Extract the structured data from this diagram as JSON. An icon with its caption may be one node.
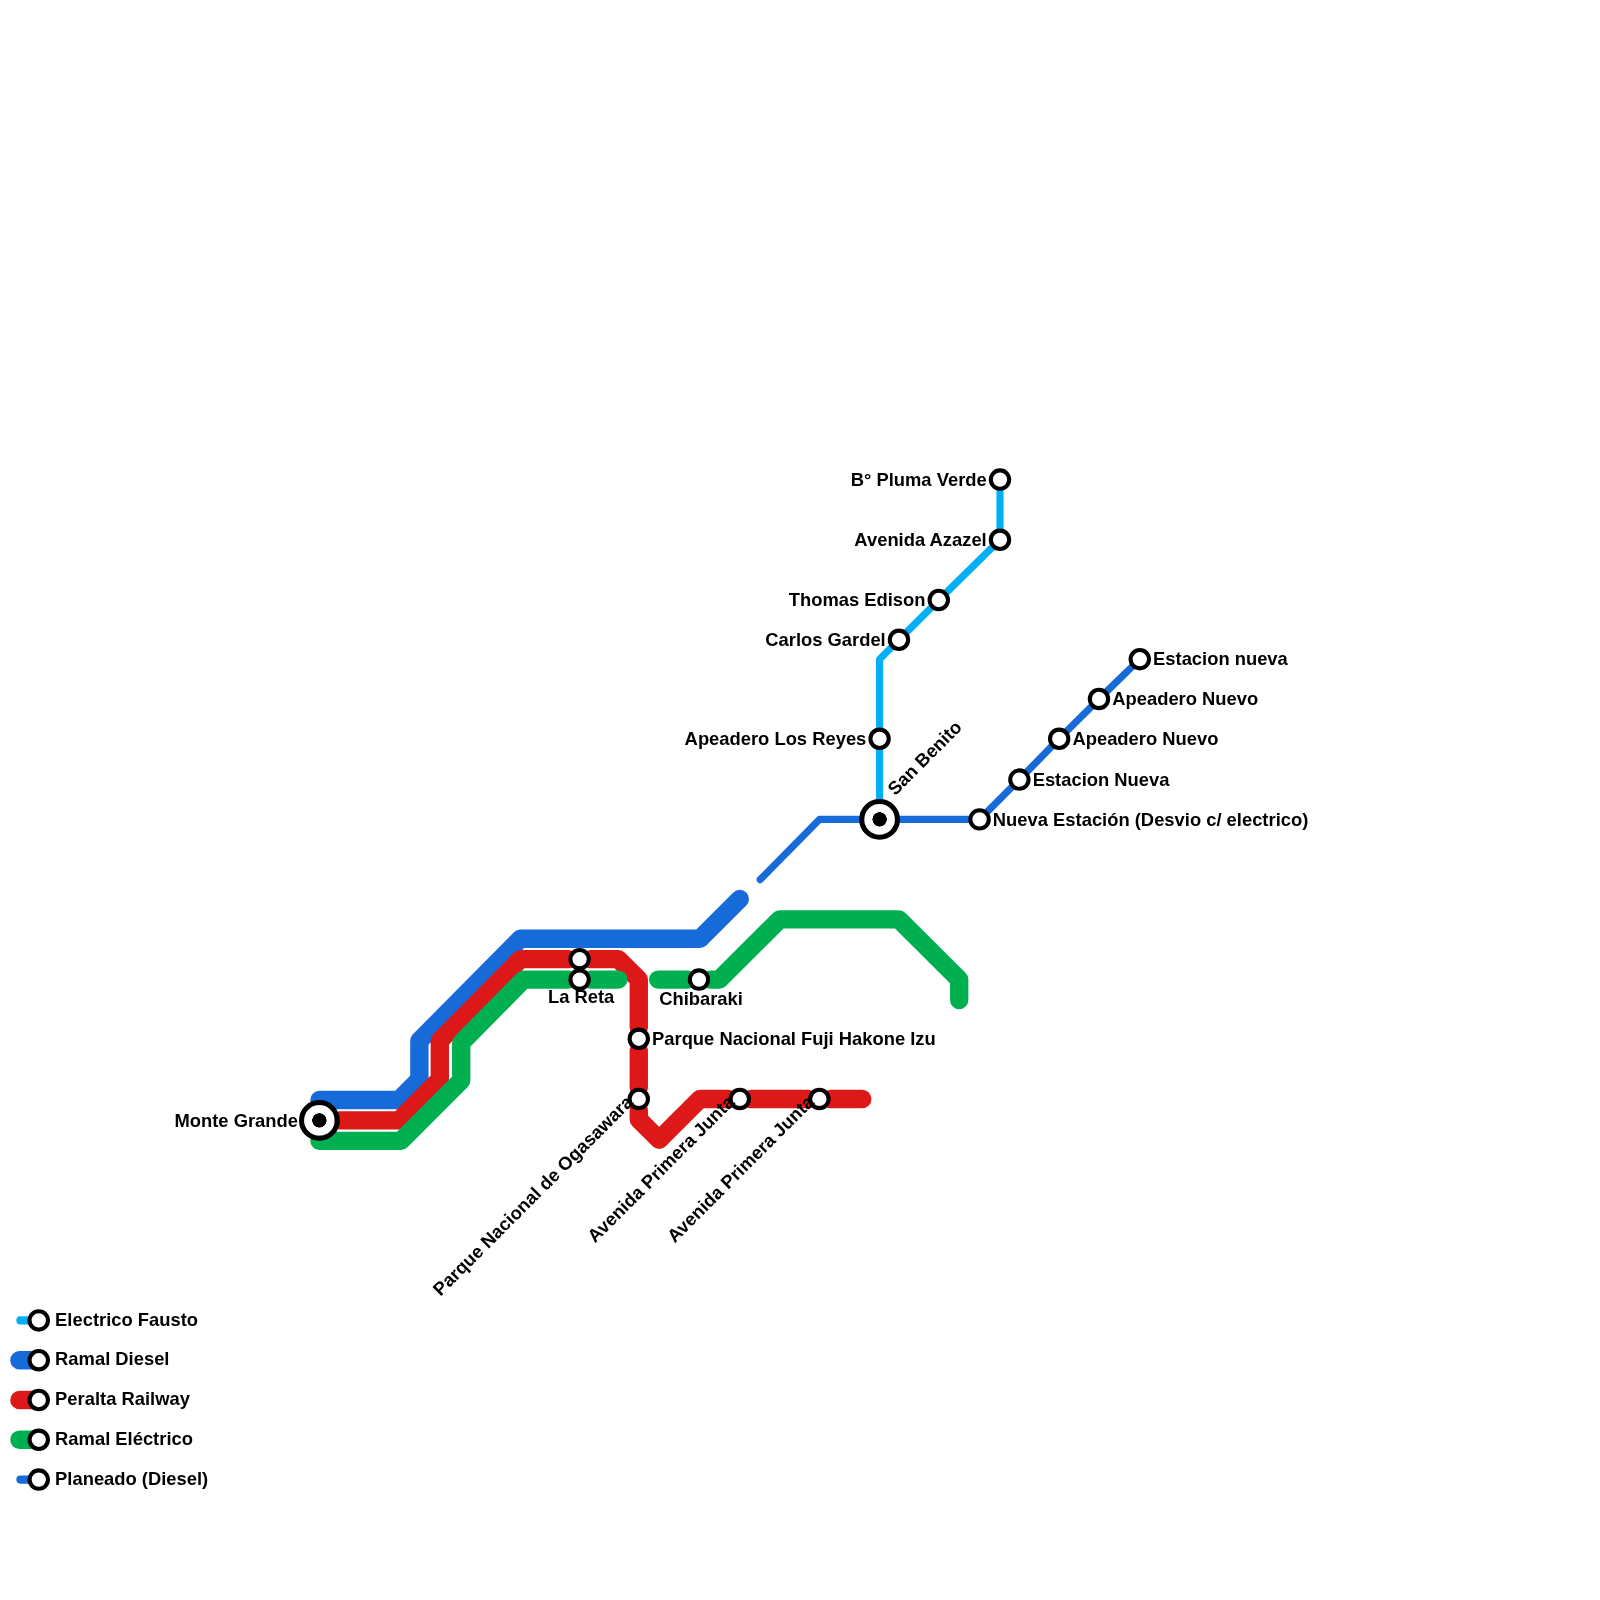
{
  "diagram": {
    "nodes": [
      {
        "text": [
          "B° Pluma Verde"
        ]
      },
      {
        "text": [
          "Avenida Azazel"
        ]
      },
      {
        "text": [
          "Thomas Edison"
        ]
      },
      {
        "text": [
          "Carlos Gardel"
        ]
      },
      {
        "text": [
          "Estacion nueva"
        ]
      },
      {
        "text": [
          "Apeadero Nuevo"
        ]
      },
      {
        "text": [
          "Apeadero Los Reyes"
        ]
      },
      {
        "text": [
          "Apeadero Nuevo"
        ]
      },
      {
        "text": [
          "Estacion Nueva"
        ]
      },
      {
        "text": [
          "San Benito"
        ]
      },
      {
        "text": [
          "Nueva Estación (Desvio c/ electrico)"
        ]
      },
      {
        "text": [],
        "shape": "circle"
      },
      {
        "text": [
          "La Reta"
        ]
      },
      {
        "text": [
          "Chibaraki"
        ]
      },
      {
        "text": [
          "Parque Nacional Fuji Hakone Izu"
        ]
      },
      {
        "text": [
          "Parque Nacional de Ogasawara"
        ]
      },
      {
        "text": [
          "Avenida Primera Junta"
        ]
      },
      {
        "text": [
          "Avenida Primera Junta"
        ]
      },
      {
        "text": [
          "Monte Grande"
        ]
      }
    ],
    "edges": [
      {
        "from": 9,
        "to": 6,
        "arrow": "none",
        "color": "#03b0f5"
      },
      {
        "from": 6,
        "to": 3,
        "arrow": "none",
        "color": "#03b0f5"
      },
      {
        "from": 3,
        "to": 2,
        "arrow": "none",
        "color": "#03b0f5"
      },
      {
        "from": 2,
        "to": 1,
        "arrow": "none",
        "color": "#03b0f5"
      },
      {
        "from": 1,
        "to": 0,
        "arrow": "none",
        "color": "#03b0f5"
      },
      {
        "from": null,
        "to": 9,
        "arrow": "none",
        "color": "#176bd9"
      },
      {
        "from": 9,
        "to": 10,
        "arrow": "none",
        "color": "#176bd9"
      },
      {
        "from": 10,
        "to": 8,
        "arrow": "none",
        "color": "#176bd9"
      },
      {
        "from": 8,
        "to": 7,
        "arrow": "none",
        "color": "#176bd9"
      },
      {
        "from": 7,
        "to": 5,
        "arrow": "none",
        "color": "#176bd9"
      },
      {
        "from": 5,
        "to": 4,
        "arrow": "none",
        "color": "#176bd9"
      },
      {
        "from": 18,
        "to": null,
        "arrow": "none",
        "style": "thick",
        "color": "#176bd9"
      },
      {
        "from": 18,
        "to": 11,
        "arrow": "none",
        "style": "thick",
        "color": "#dc1818"
      },
      {
        "from": 11,
        "to": 14,
        "arrow": "none",
        "style": "thick",
        "color": "#dc1818"
      },
      {
        "from": 14,
        "to": 15,
        "arrow": "none",
        "style": "thick",
        "color": "#dc1818"
      },
      {
        "from": 15,
        "to": 16,
        "arrow": "none",
        "style": "thick",
        "color": "#dc1818"
      },
      {
        "from": 16,
        "to": 17,
        "arrow": "none",
        "style": "thick",
        "color": "#dc1818"
      },
      {
        "from": 17,
        "to": null,
        "arrow": "none",
        "style": "thick",
        "color": "#dc1818"
      },
      {
        "from": 18,
        "to": 12,
        "arrow": "none",
        "style": "thick",
        "color": "#00b050"
      },
      {
        "from": 12,
        "to": null,
        "arrow": "none",
        "style": "thick",
        "color": "#00b050"
      },
      {
        "from": null,
        "to": 13,
        "arrow": "none",
        "style": "thick",
        "color": "#00b050"
      },
      {
        "from": 13,
        "to": null,
        "arrow": "none",
        "style": "thick",
        "color": "#00b050"
      }
    ],
    "legend": [
      {
        "text": "Electrico Fausto",
        "color": "#03b0f5"
      },
      {
        "text": "Ramal Diesel",
        "color": "#176bd9"
      },
      {
        "text": "Peralta Railway",
        "color": "#dc1818"
      },
      {
        "text": "Ramal Eléctrico",
        "color": "#00b050"
      },
      {
        "text": "Planeado (Diesel)",
        "color": "#176bd9"
      }
    ]
  }
}
